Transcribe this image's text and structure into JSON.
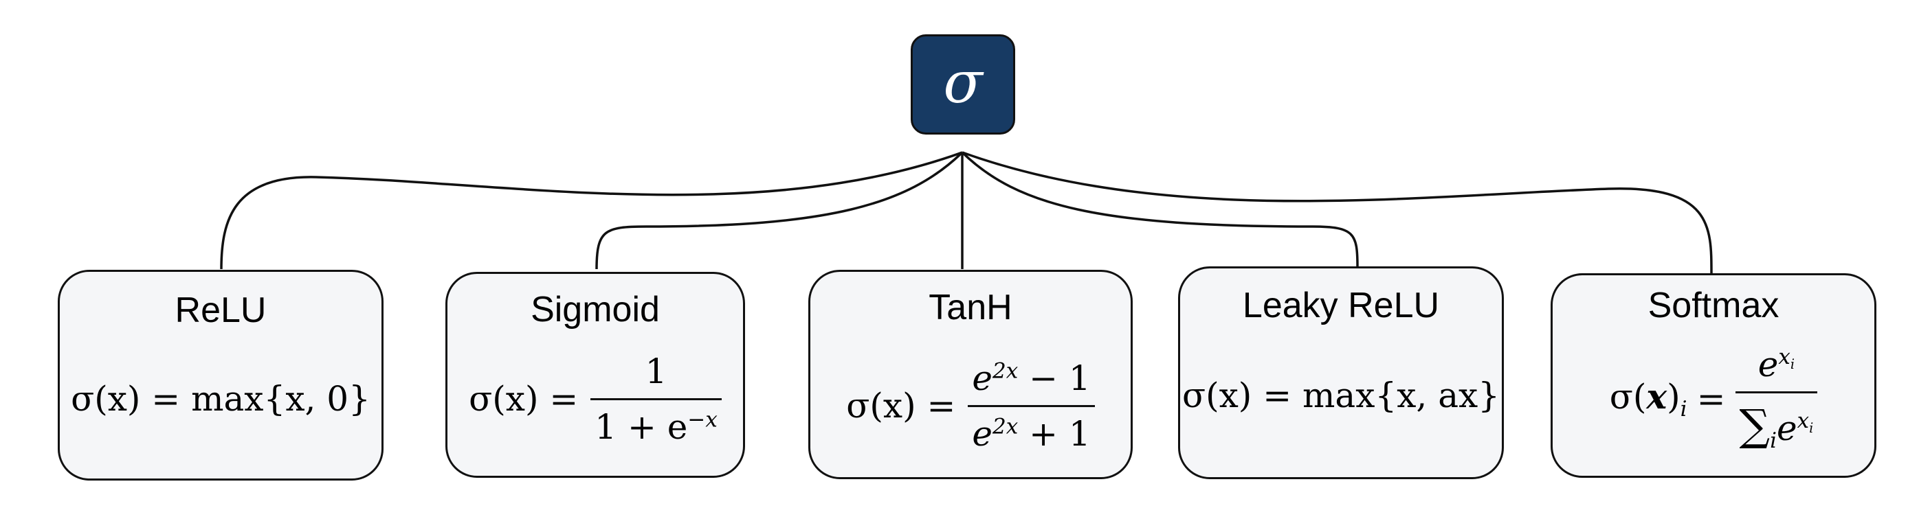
{
  "root": {
    "symbol": "σ"
  },
  "nodes": [
    {
      "title": "ReLU",
      "formula": "σ(x) = max{x, 0}"
    },
    {
      "title": "Sigmoid",
      "lhs": "σ(x) =",
      "numerator": "1",
      "denominator": "1 + e",
      "den_exp": "−x"
    },
    {
      "title": "TanH",
      "lhs": "σ(x) =",
      "num_base": "e",
      "num_exp": "2x",
      "num_tail": " − 1",
      "den_base": "e",
      "den_exp": "2x",
      "den_tail": " + 1"
    },
    {
      "title": "Leaky ReLU",
      "formula": "σ(x) = max{x, ax}"
    },
    {
      "title": "Softmax",
      "lhs_sigma": "σ(",
      "lhs_x": "x",
      "lhs_close": ")",
      "lhs_sub": "i",
      "eq": "=",
      "num_base": "e",
      "num_exp": "x",
      "num_exp_sub": "i",
      "den_sum": "∑",
      "den_sum_sub": "i",
      "den_base": "e",
      "den_exp": "x",
      "den_exp_sub": "i"
    }
  ]
}
